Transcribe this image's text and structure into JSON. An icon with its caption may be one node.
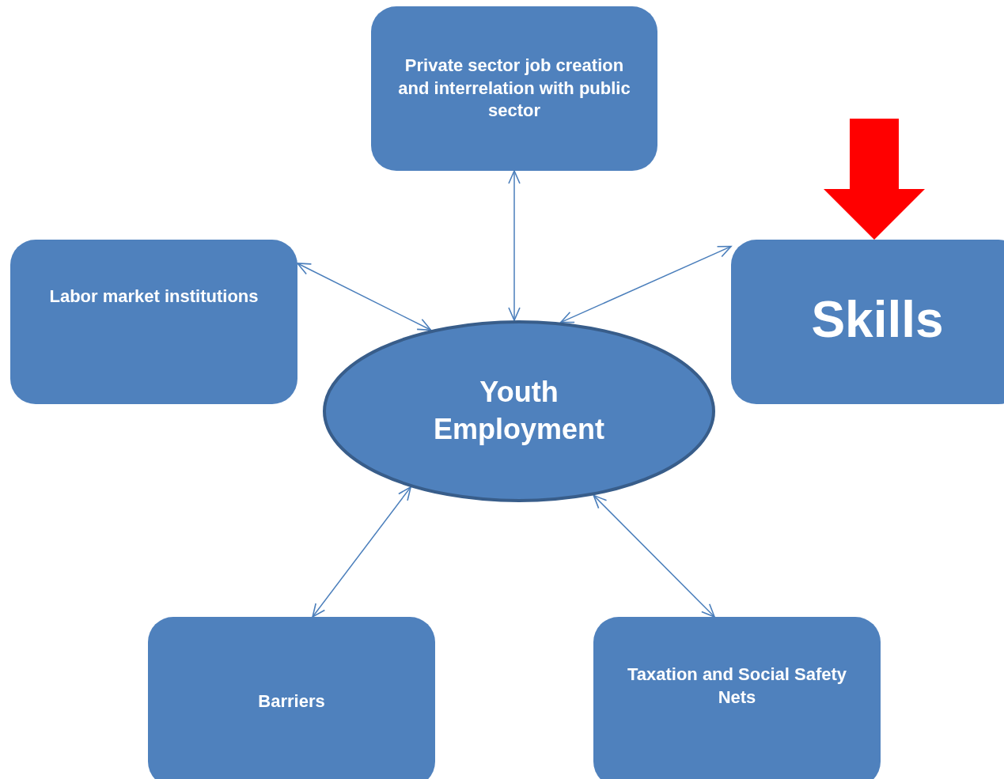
{
  "diagram": {
    "nodes": [
      {
        "text": [
          "Youth Employment"
        ]
      },
      {
        "text": [
          "Private sector job creation and interrelation with public sector"
        ]
      },
      {
        "text": [
          "Labor market institutions"
        ]
      },
      {
        "text": [
          "Skills"
        ]
      },
      {
        "text": [
          "Barriers"
        ]
      },
      {
        "text": [
          "Taxation and Social Safety Nets"
        ]
      }
    ],
    "edges": [
      {
        "from": 0,
        "to": 1,
        "arrow": "both"
      },
      {
        "from": 0,
        "to": 2,
        "arrow": "both"
      },
      {
        "from": 0,
        "to": 3,
        "arrow": "both"
      },
      {
        "from": 0,
        "to": 4,
        "arrow": "both"
      },
      {
        "from": 0,
        "to": 5,
        "arrow": "both"
      },
      {
        "from": null,
        "to": 3,
        "arrow": "to",
        "style": "thick",
        "color": "#ff0000"
      }
    ]
  }
}
